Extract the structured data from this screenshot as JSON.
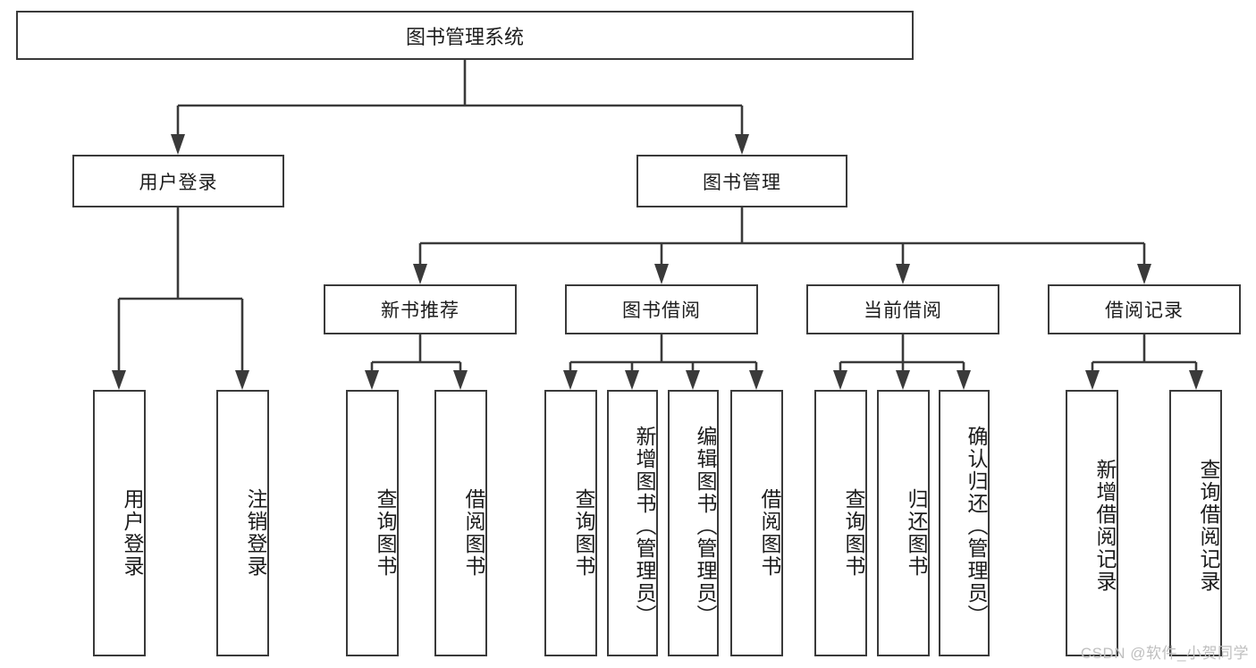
{
  "diagram": {
    "title": "图书管理系统",
    "type": "tree-hierarchy-diagram",
    "colors": {
      "background": "#ffffff",
      "node_border": "#3a3a3a",
      "node_fill": "#ffffff",
      "text": "#1c1c1c",
      "edge": "#3a3a3a",
      "watermark": "#bfbfbf"
    },
    "levels": {
      "level1": [
        {
          "id": "root",
          "label": "图书管理系统",
          "orientation": "horizontal"
        }
      ],
      "level2": [
        {
          "id": "user-login",
          "label": "用户登录",
          "orientation": "horizontal"
        },
        {
          "id": "book-manage",
          "label": "图书管理",
          "orientation": "horizontal"
        }
      ],
      "level3": [
        {
          "id": "new-book-rec",
          "label": "新书推荐",
          "orientation": "horizontal",
          "parent": "book-manage"
        },
        {
          "id": "book-borrow",
          "label": "图书借阅",
          "orientation": "horizontal",
          "parent": "book-manage"
        },
        {
          "id": "current-borrow",
          "label": "当前借阅",
          "orientation": "horizontal",
          "parent": "book-manage"
        },
        {
          "id": "borrow-record",
          "label": "借阅记录",
          "orientation": "horizontal",
          "parent": "book-manage"
        }
      ],
      "level4": [
        {
          "id": "leaf-user-login",
          "label": "用户登录",
          "orientation": "vertical",
          "parent": "user-login"
        },
        {
          "id": "leaf-logout",
          "label": "注销登录",
          "orientation": "vertical",
          "parent": "user-login"
        },
        {
          "id": "leaf-query-book-1",
          "label": "查询图书",
          "orientation": "vertical",
          "parent": "new-book-rec"
        },
        {
          "id": "leaf-borrow-book-1",
          "label": "借阅图书",
          "orientation": "vertical",
          "parent": "new-book-rec"
        },
        {
          "id": "leaf-query-book-2",
          "label": "查询图书",
          "orientation": "vertical",
          "parent": "book-borrow"
        },
        {
          "id": "leaf-add-book",
          "label": "新增图书（管理员）",
          "orientation": "vertical",
          "parent": "book-borrow"
        },
        {
          "id": "leaf-edit-book",
          "label": "编辑图书（管理员）",
          "orientation": "vertical",
          "parent": "book-borrow"
        },
        {
          "id": "leaf-borrow-book-2",
          "label": "借阅图书",
          "orientation": "vertical",
          "parent": "book-borrow"
        },
        {
          "id": "leaf-query-book-3",
          "label": "查询图书",
          "orientation": "vertical",
          "parent": "current-borrow"
        },
        {
          "id": "leaf-return-book",
          "label": "归还图书",
          "orientation": "vertical",
          "parent": "current-borrow"
        },
        {
          "id": "leaf-confirm-return",
          "label": "确认归还（管理员）",
          "orientation": "vertical",
          "parent": "current-borrow"
        },
        {
          "id": "leaf-add-record",
          "label": "新增借阅记录",
          "orientation": "vertical",
          "parent": "borrow-record"
        },
        {
          "id": "leaf-query-record",
          "label": "查询借阅记录",
          "orientation": "vertical",
          "parent": "borrow-record"
        }
      ]
    }
  },
  "watermark": {
    "text": "CSDN @软件_小贺同学"
  }
}
